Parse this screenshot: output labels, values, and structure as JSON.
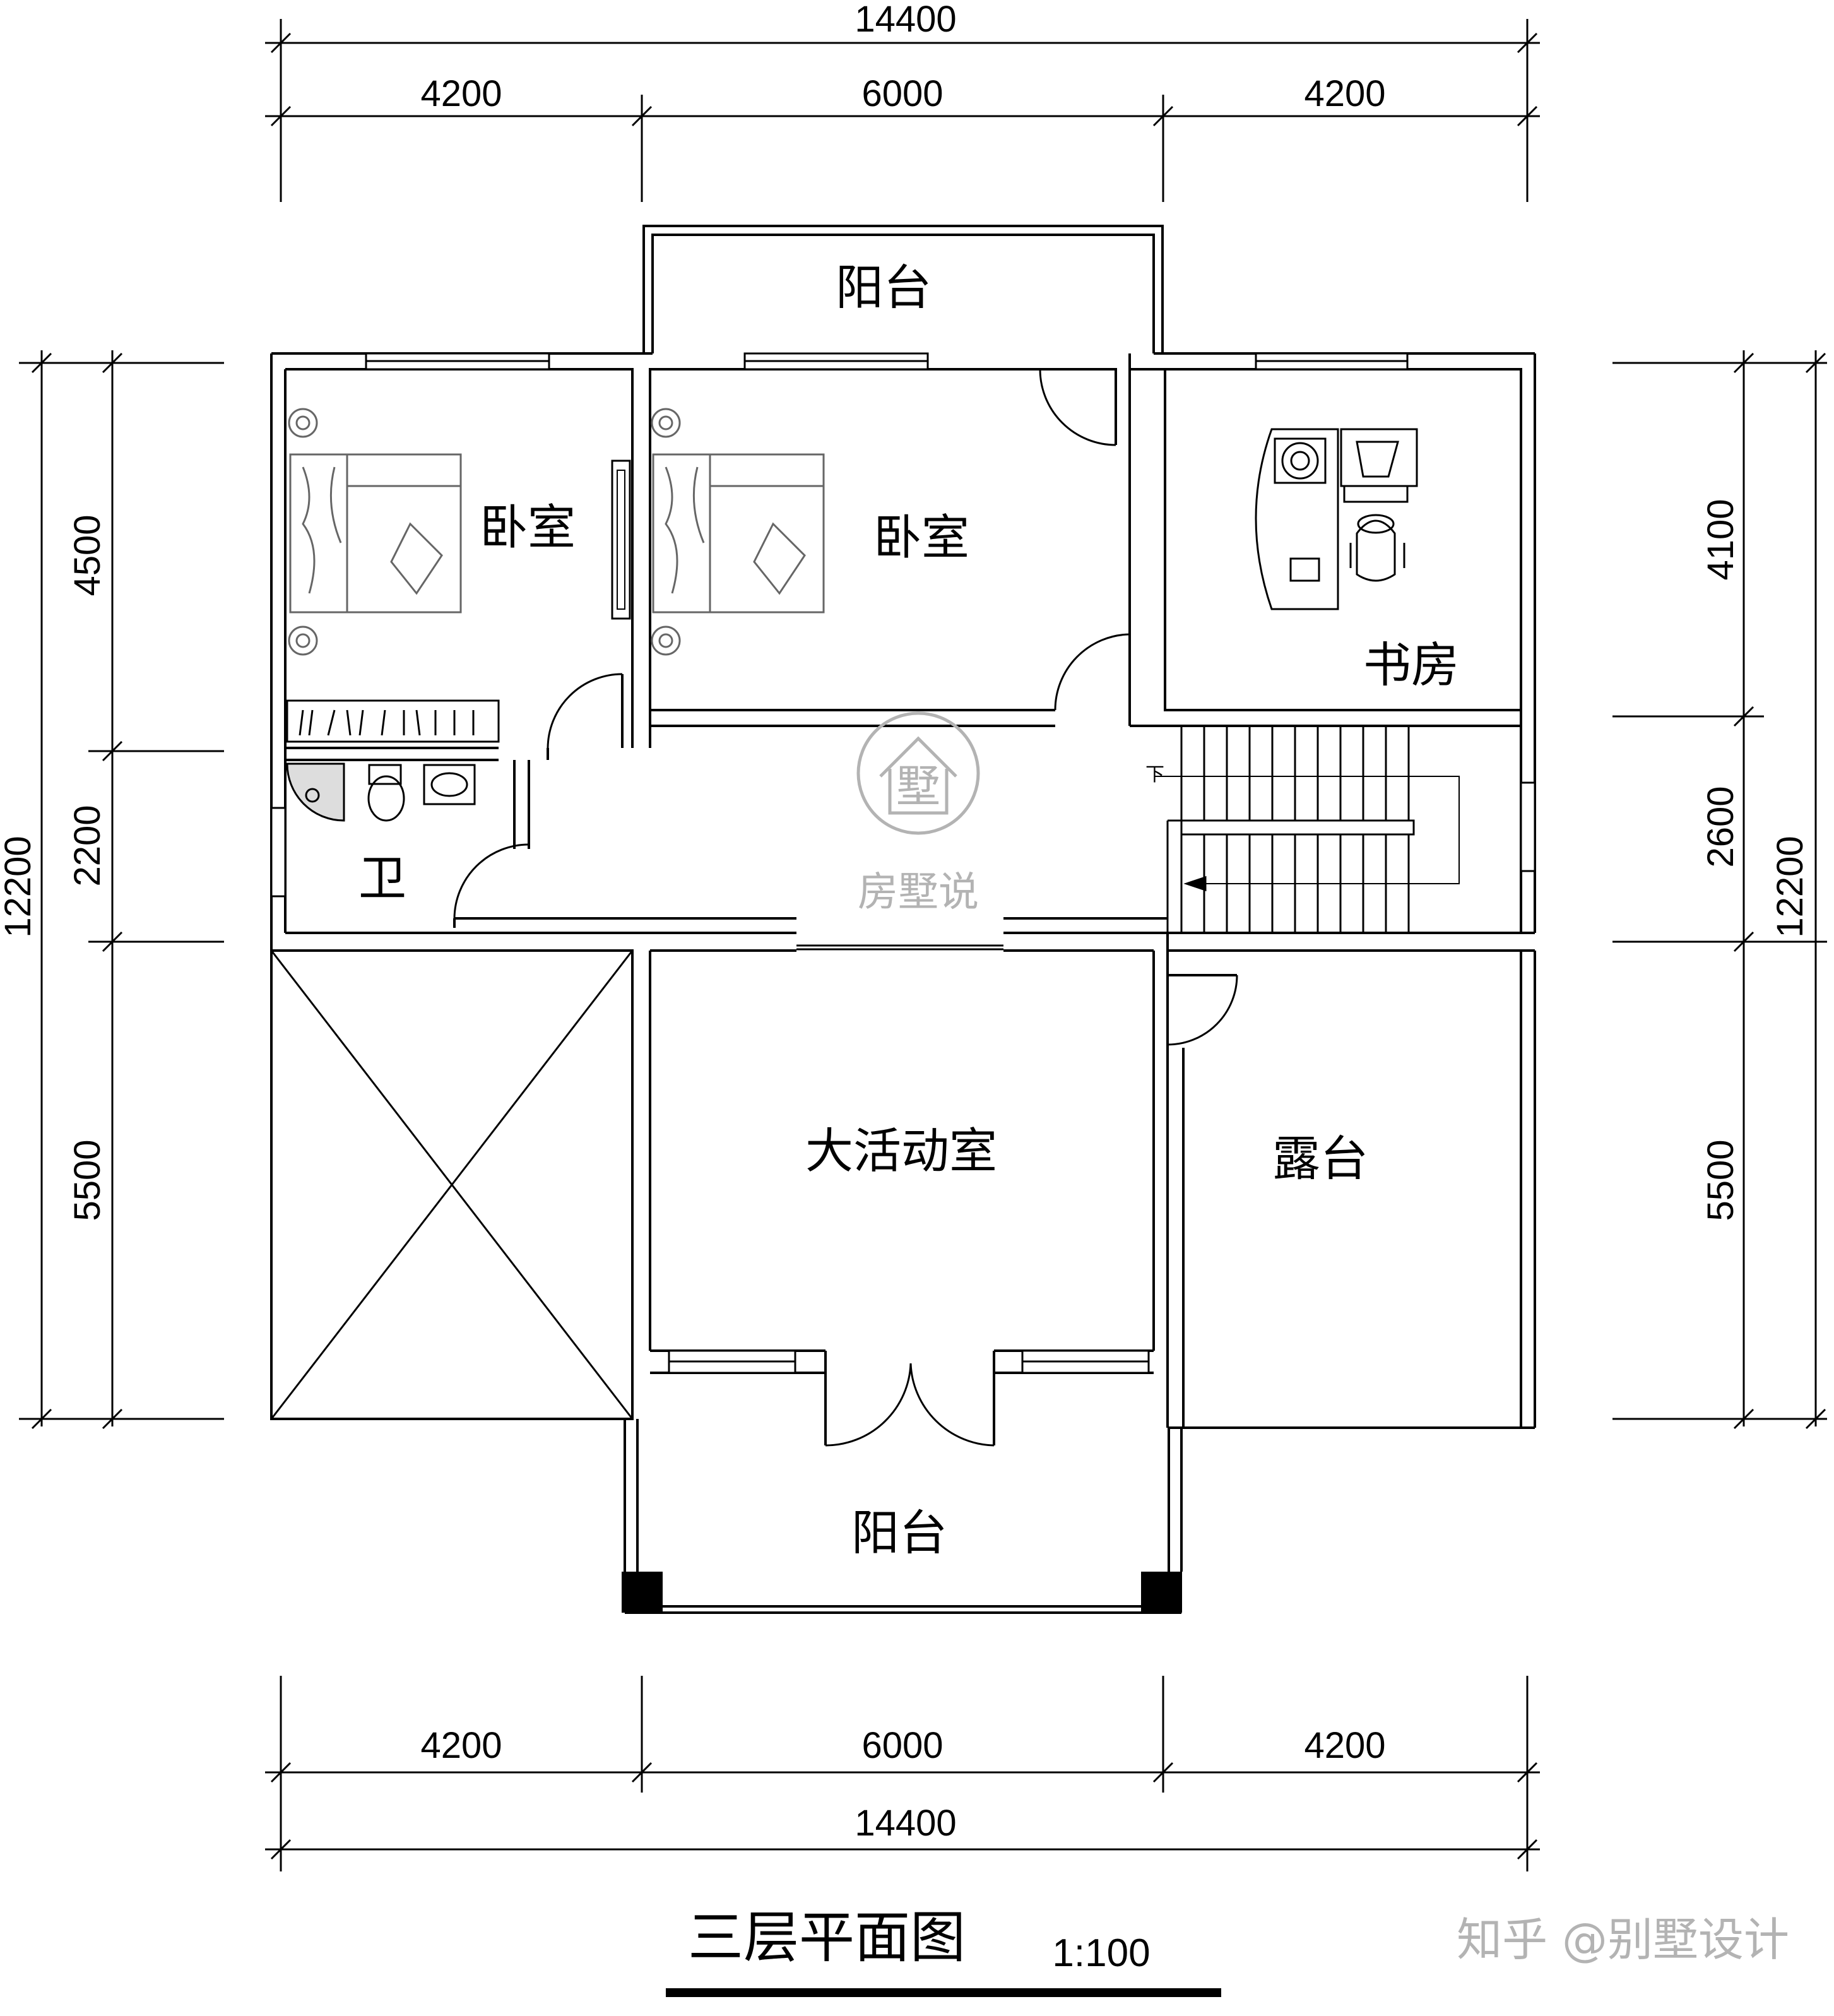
{
  "dimensions": {
    "top_total": "14400",
    "top_segments": [
      "4200",
      "6000",
      "4200"
    ],
    "bottom_segments": [
      "4200",
      "6000",
      "4200"
    ],
    "bottom_total": "14400",
    "left_total": "12200",
    "left_segments": [
      "4500",
      "2200",
      "5500"
    ],
    "right_total": "12200",
    "right_segments": [
      "4100",
      "2600",
      "5500"
    ]
  },
  "rooms": {
    "balcony_north": "阳台",
    "bedroom_west": "卧室",
    "bedroom_center": "卧室",
    "study": "书房",
    "bathroom": "卫",
    "activity_room": "大活动室",
    "terrace": "露台",
    "balcony_south": "阳台"
  },
  "stair_down_label": "下",
  "watermark": {
    "logo_text": "墅",
    "brand": "房墅说"
  },
  "footer": {
    "title": "三层平面图",
    "scale": "1:100",
    "credit": "知乎 @别墅设计"
  }
}
